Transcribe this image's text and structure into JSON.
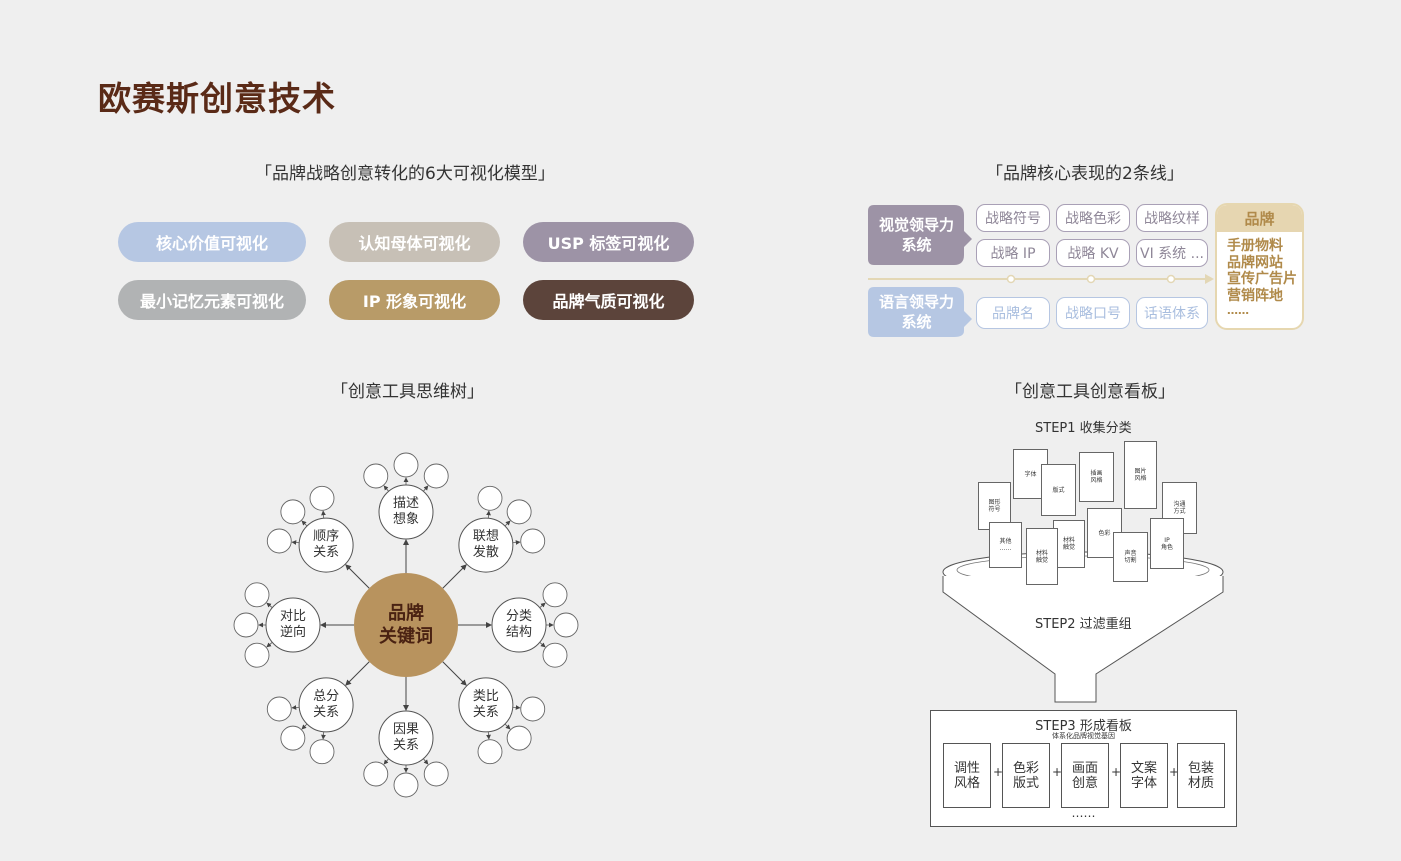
{
  "title": "欧赛斯创意技术",
  "section1": {
    "title": "「品牌战略创意转化的6大可视化模型」",
    "pills": [
      "核心价值可视化",
      "认知母体可视化",
      "USP 标签可视化",
      "最小记忆元素可视化",
      "IP 形象可视化",
      "品牌气质可视化"
    ]
  },
  "section2": {
    "title": "「品牌核心表现的2条线」",
    "visual_system": [
      "视觉领导力",
      "系统"
    ],
    "language_system": [
      "语言领导力",
      "系统"
    ],
    "visual_tags": [
      "战略符号",
      "战略色彩",
      "战略纹样",
      "战略 IP",
      "战略 KV",
      "VI 系统 ..."
    ],
    "language_tags": [
      "品牌名",
      "战略口号",
      "话语体系"
    ],
    "brand": {
      "header": "品牌",
      "items": [
        "手册物料",
        "品牌网站",
        "宣传广告片",
        "营销阵地",
        "……"
      ]
    }
  },
  "section3": {
    "title": "「创意工具思维树」",
    "center": [
      "品牌",
      "关键词"
    ],
    "branches": [
      [
        "描述",
        "想象"
      ],
      [
        "联想",
        "发散"
      ],
      [
        "分类",
        "结构"
      ],
      [
        "类比",
        "关系"
      ],
      [
        "因果",
        "关系"
      ],
      [
        "总分",
        "关系"
      ],
      [
        "对比",
        "逆向"
      ],
      [
        "顺序",
        "关系"
      ]
    ]
  },
  "section4": {
    "title": "「创意工具创意看板」",
    "step1": "STEP1 收集分类",
    "step2": "STEP2 过滤重组",
    "step3": "STEP3 形成看板",
    "step3_sub": "体系化品牌视觉基因",
    "cards": [
      [
        "字体"
      ],
      [
        "版式"
      ],
      [
        "插画",
        "风格"
      ],
      [
        "图片",
        "风格"
      ],
      [
        "图形",
        "符号"
      ],
      [
        "沟通",
        "方式"
      ],
      [
        "色彩"
      ],
      [
        "其他",
        "……"
      ],
      [
        "材料",
        "触觉"
      ],
      [
        "材料",
        "触觉"
      ],
      [
        "声音",
        "切割"
      ],
      [
        "IP",
        "角色"
      ]
    ],
    "items": [
      [
        "调性",
        "风格"
      ],
      [
        "色彩",
        "版式"
      ],
      [
        "画面",
        "创意"
      ],
      [
        "文案",
        "字体"
      ],
      [
        "包装",
        "材质"
      ]
    ],
    "ellipsis": "……"
  },
  "colors": {
    "title": "#5a2a17",
    "pill_blue": "#b6c7e3",
    "pill_beige": "#c7c0b6",
    "pill_purple": "#9d93a6",
    "pill_gray": "#b1b3b4",
    "pill_gold": "#b89b68",
    "pill_brown": "#5c443b",
    "center": "#b8935e"
  }
}
